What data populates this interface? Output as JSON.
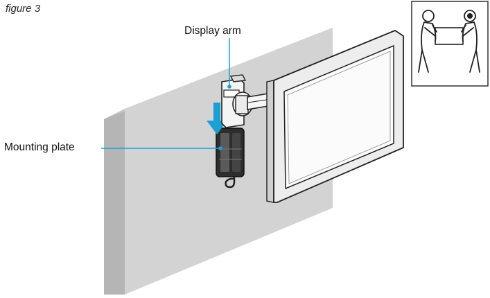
{
  "figure": {
    "caption": "figure 3"
  },
  "callouts": {
    "display_arm": "Display arm",
    "mounting_plate": "Mounting plate"
  },
  "colors": {
    "wall_face": "#d2d2d2",
    "wall_edge": "#b3b3b3",
    "wall_top": "#c4c4c4",
    "callout_line": "#1b9fd6",
    "arrow": "#1b9fd6",
    "outline": "#222222",
    "plate_fill": "#2b2b2b"
  },
  "icons": {
    "warning_box": "two-person-lift-icon",
    "direction": "down-arrow-icon"
  }
}
